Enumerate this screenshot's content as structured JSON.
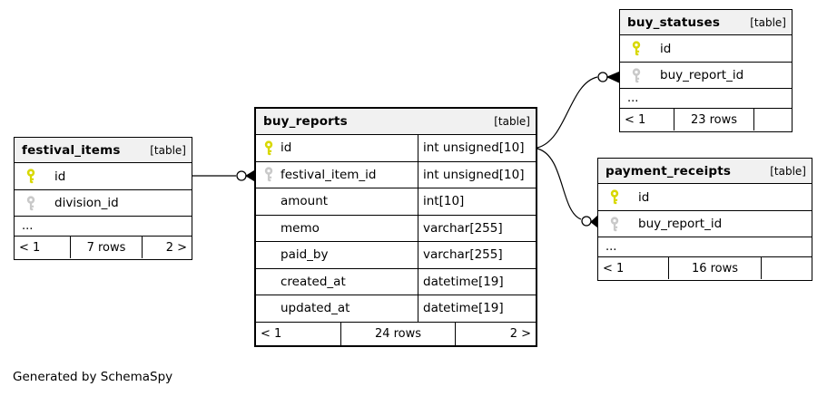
{
  "diagram": {
    "generated_by": "Generated by SchemaSpy"
  },
  "colors": {
    "primary_key": "#d8d800",
    "foreign_key": "#c9c9c9",
    "header_bg": "#f1f1f1",
    "line": "#000000"
  },
  "tables": {
    "festival_items": {
      "title": "festival_items",
      "tag": "[table]",
      "columns": [
        {
          "name": "id",
          "key": "primary"
        },
        {
          "name": "division_id",
          "key": "foreign"
        }
      ],
      "ellipsis": "...",
      "footer": {
        "left": "< 1",
        "center": "7 rows",
        "right": "2 >"
      }
    },
    "buy_reports": {
      "title": "buy_reports",
      "tag": "[table]",
      "columns": [
        {
          "name": "id",
          "type": "int unsigned[10]",
          "key": "primary"
        },
        {
          "name": "festival_item_id",
          "type": "int unsigned[10]",
          "key": "foreign"
        },
        {
          "name": "amount",
          "type": "int[10]"
        },
        {
          "name": "memo",
          "type": "varchar[255]"
        },
        {
          "name": "paid_by",
          "type": "varchar[255]"
        },
        {
          "name": "created_at",
          "type": "datetime[19]"
        },
        {
          "name": "updated_at",
          "type": "datetime[19]"
        }
      ],
      "footer": {
        "left": "< 1",
        "center": "24 rows",
        "right": "2 >"
      }
    },
    "buy_statuses": {
      "title": "buy_statuses",
      "tag": "[table]",
      "columns": [
        {
          "name": "id",
          "key": "primary"
        },
        {
          "name": "buy_report_id",
          "key": "foreign"
        }
      ],
      "ellipsis": "...",
      "footer": {
        "left": "< 1",
        "center": "23 rows",
        "right": ""
      }
    },
    "payment_receipts": {
      "title": "payment_receipts",
      "tag": "[table]",
      "columns": [
        {
          "name": "id",
          "key": "primary"
        },
        {
          "name": "buy_report_id",
          "key": "foreign"
        }
      ],
      "ellipsis": "...",
      "footer": {
        "left": "< 1",
        "center": "16 rows",
        "right": ""
      }
    }
  },
  "relationships": [
    {
      "from": "festival_items.id",
      "to": "buy_reports.festival_item_id"
    },
    {
      "from": "buy_reports.id",
      "to": "buy_statuses.buy_report_id"
    },
    {
      "from": "buy_reports.id",
      "to": "payment_receipts.buy_report_id"
    }
  ]
}
